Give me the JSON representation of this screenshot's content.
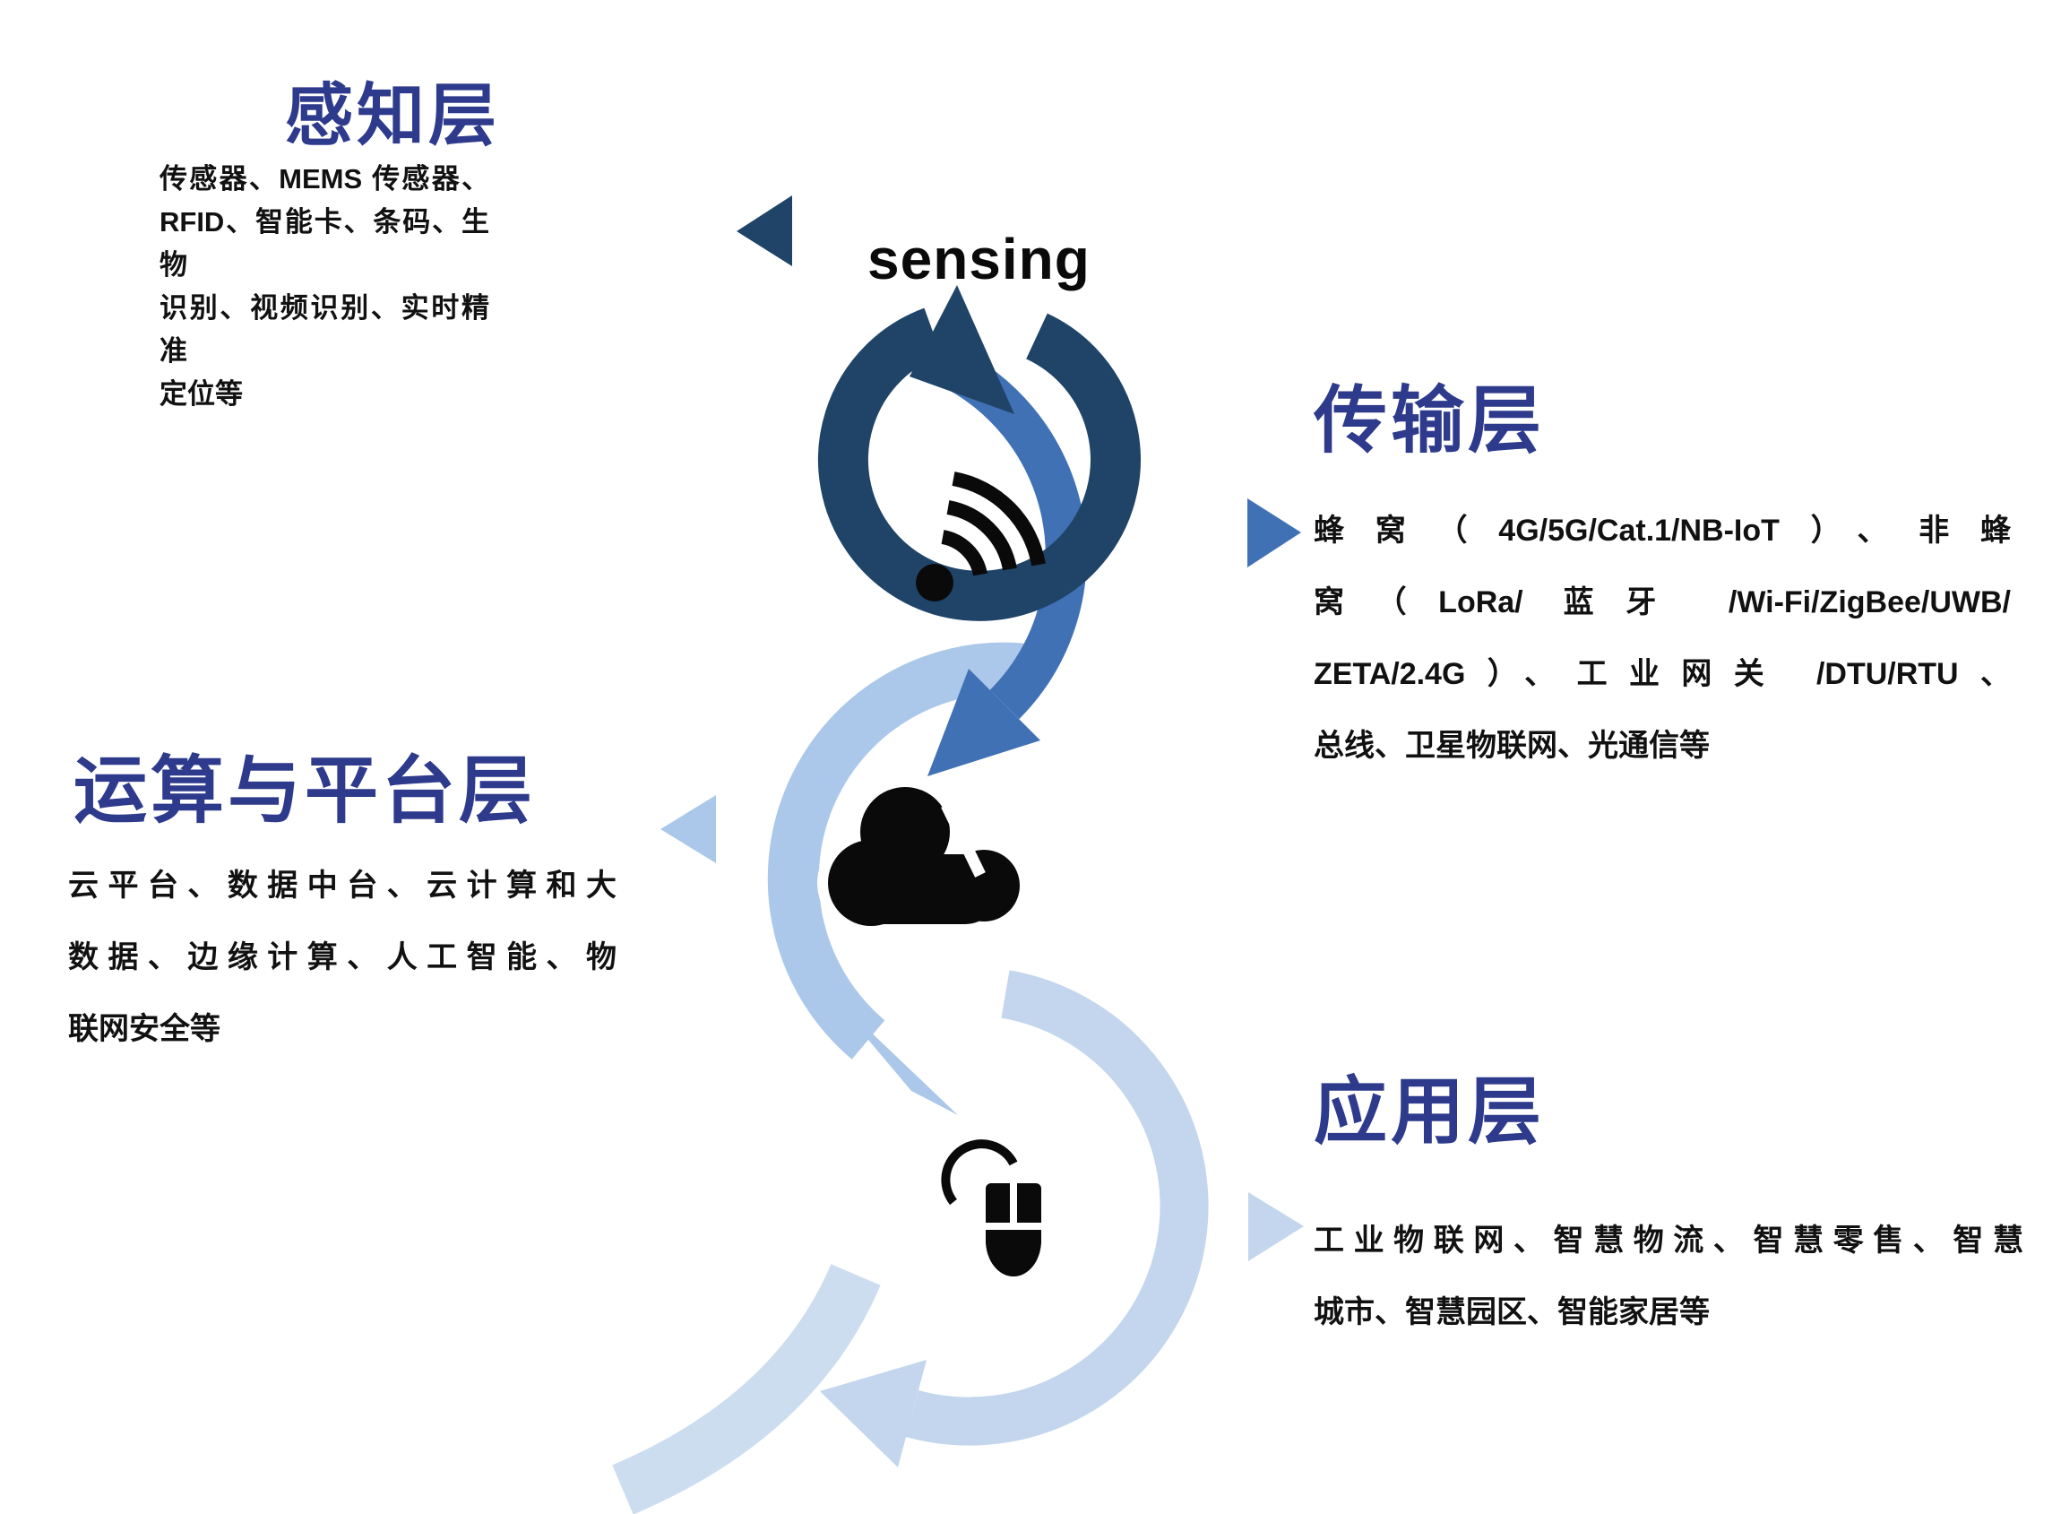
{
  "diagram_title": "IoT architecture layers spiral diagram",
  "colors": {
    "title_indigo": "#2E3A8C",
    "navy": "#1F4468",
    "medium_blue": "#4171B5",
    "light_blue": "#ABC8EA",
    "lighter_blue": "#C3D6ED",
    "tail_blue": "#CCDDF0",
    "icon_black": "#0a0a0a",
    "white": "#ffffff"
  },
  "center": {
    "sensing_label": "sensing"
  },
  "icons": {
    "wifi": "wifi-signal-icon",
    "cloud": "cloud-icon",
    "mouse": "mouse-icon",
    "sensing_ring": "sensing-loop-arrow",
    "pointers": [
      "left-triangle",
      "right-triangle",
      "left-triangle",
      "right-triangle"
    ]
  },
  "sections": {
    "perception": {
      "title": "感知层",
      "lines": [
        "传感器、MEMS 传感器、",
        "RFID、智能卡、条码、生物",
        "识别、视频识别、实时精准",
        "定位等"
      ]
    },
    "transmission": {
      "title": "传输层",
      "lines": [
        "蜂窝（4G/5G/Cat.1/NB-IoT）、非蜂",
        "窝（LoRa/ 蓝牙 /Wi-Fi/ZigBee/UWB/",
        "ZETA/2.4G）、工业网关 /DTU/RTU、",
        "总线、卫星物联网、光通信等"
      ]
    },
    "platform": {
      "title": "运算与平台层",
      "lines": [
        "云平台、数据中台、云计算和大",
        "数据、边缘计算、人工智能、物",
        "联网安全等"
      ]
    },
    "application": {
      "title": "应用层",
      "lines": [
        "工业物联网、智慧物流、智慧零售、智慧",
        "城市、智慧园区、智能家居等"
      ]
    }
  }
}
